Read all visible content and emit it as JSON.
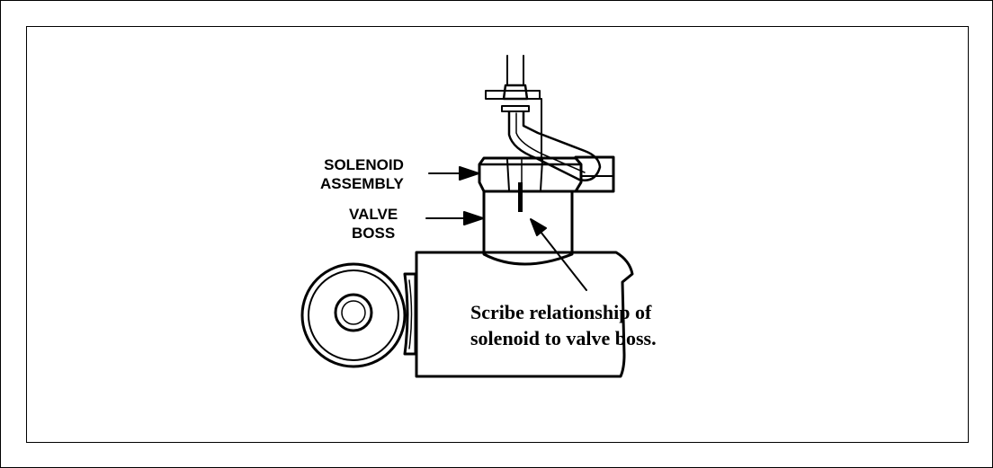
{
  "labels": {
    "solenoid_assembly": [
      "SOLENOID",
      "ASSEMBLY"
    ],
    "valve_boss": [
      "VALVE",
      "BOSS"
    ]
  },
  "note": [
    "Scribe relationship of",
    "solenoid to valve boss."
  ]
}
